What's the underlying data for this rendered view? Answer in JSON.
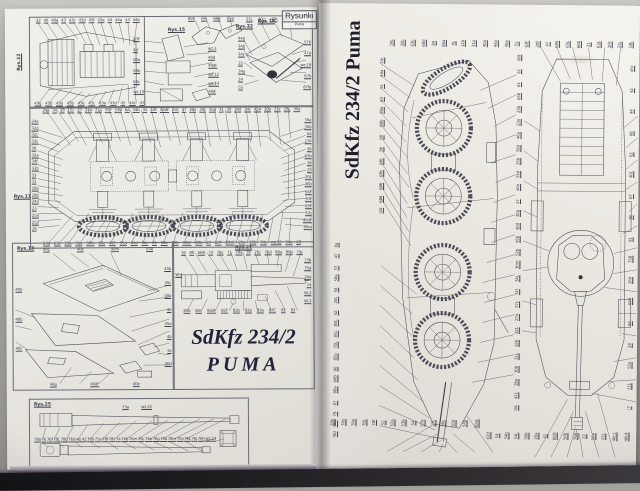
{
  "left_page": {
    "corner_box": {
      "title": "Rysunki",
      "subtitle": "Puma"
    },
    "title_line1": "SdKfz 234/2",
    "title_line2": "PUMA",
    "fig12": {
      "label": "Rys.12",
      "top": [
        "22",
        "40",
        "40a",
        "43",
        "43c",
        "43d",
        "43f",
        "43a",
        "44",
        "44a",
        "43",
        "44b"
      ],
      "bottom": [
        "43g",
        "43d",
        "43e",
        "43b",
        "43e",
        "43c",
        "43a",
        "43d",
        "45",
        "44c",
        "47"
      ]
    },
    "fig15": {
      "label": "Rys.15",
      "left": [
        "20F",
        "4d",
        "69a",
        "69b",
        "69c",
        "wz.13"
      ],
      "right": [
        "wz.3",
        "49d",
        "49dF",
        "wz.12",
        "wz.14",
        "40jF"
      ]
    },
    "fig22": {
      "label": "Rys.22",
      "top": [
        "65F",
        "69i",
        "66B",
        "65a"
      ]
    },
    "fig18": {
      "label": "Rys.18",
      "top": [
        "21L",
        "40ci",
        "40k",
        "40d"
      ],
      "left": [
        "44d",
        "34b",
        "34c",
        "22",
        "34a",
        "24",
        "55"
      ],
      "right": [
        "57b",
        "47a",
        "wz.19",
        "67b",
        "67bJ"
      ]
    },
    "fig11": {
      "label": "Rys.11",
      "top": [
        "24a",
        "34",
        "28",
        "15c",
        "27",
        "24d",
        "21a",
        "30F",
        "53B",
        "6A",
        "34b",
        "35",
        "32F",
        "36dF",
        "63c",
        "47",
        "29a",
        "29c",
        "35d",
        "31",
        "30",
        "34d",
        "34c",
        "45A",
        "20b",
        "23c",
        "29L",
        "30a"
      ],
      "bottom": [
        "27d",
        "23c",
        "23a",
        "31a",
        "30m",
        "26c",
        "62F",
        "35d",
        "34d",
        "36c",
        "31",
        "30a",
        "30b",
        "43bF",
        "29b",
        "27",
        "13F",
        "29aF",
        "29a",
        "26b",
        "34c",
        "wz.12",
        "34a",
        "28"
      ],
      "left": [
        "24a",
        "32d",
        "32c",
        "33c",
        "30",
        "32a",
        "34f",
        "32b",
        "33",
        "31",
        "28a",
        "28b",
        "24d",
        "23",
        "25a",
        "25d",
        "16"
      ],
      "right": [
        "30a",
        "30b",
        "64",
        "13k",
        "45",
        "63b",
        "36",
        "23",
        "30L",
        "36b",
        "56F",
        "30F",
        "29F",
        "32c",
        "45dF",
        "30m"
      ]
    },
    "fig13": {
      "label": "Rys.13",
      "top": [
        "40L",
        "40k",
        "40m",
        "45b"
      ],
      "left": [
        "40n",
        "40b",
        "40c"
      ],
      "right": [
        "45b",
        "45c",
        "40a",
        "4d",
        "45a",
        "4b",
        "4c",
        "40d"
      ],
      "bottom": [
        "46a",
        "40dF",
        "40e"
      ]
    },
    "fig21": {
      "label": "Rys.21",
      "top": [
        "74",
        "80",
        "66B",
        "72",
        "78c",
        "71",
        "79a",
        "78",
        "76c",
        "76d",
        "80a",
        "80b",
        "75c"
      ],
      "right": [
        "73b",
        "75a",
        "76a",
        "74",
        "W-2",
        "W-1"
      ],
      "left": [
        "W-4"
      ],
      "bottom": [
        "81a",
        "82c",
        "82dF",
        "82F",
        "82b",
        "82a",
        "83a",
        "83C",
        "81",
        "83"
      ]
    },
    "fig25": {
      "label": "Rys.25",
      "top": [
        "73a",
        "wz.22"
      ],
      "bottom": [
        "78a",
        "76",
        "76f",
        "78L",
        "78g",
        "76d",
        "wz.42",
        "76b",
        "75a",
        "78f",
        "78c",
        "74",
        "76b",
        "76m",
        "76c",
        "76e",
        "76g",
        "75b",
        "78m",
        "75a",
        "76L",
        "76j",
        "76h",
        "wz.23"
      ]
    }
  },
  "right_page": {
    "vertical_title": "SdKfz 234/2 Puma",
    "top_row": [
      "19L",
      "20L",
      "63L",
      "68d",
      "84",
      "66a",
      "4L",
      "12a",
      "31a",
      "40a",
      "44a",
      "45a",
      "51",
      "63F",
      "20F",
      "47",
      "68d",
      "65L",
      "66b",
      "21",
      "63L",
      "20k",
      "31L",
      "18L"
    ],
    "left_col": [
      "19d",
      "48a",
      "51",
      "63",
      "69a",
      "68b",
      "58",
      "56",
      "68c",
      "65c",
      "69b",
      "68a",
      "62d"
    ],
    "left_col2": [
      "8a",
      "4T",
      "5T",
      "58a",
      "58",
      "20L",
      "5Z",
      "85L",
      "85c",
      "75L",
      "85o",
      "86",
      "66B",
      "88a",
      "87",
      "79",
      "78o",
      "78d"
    ],
    "mid_col": [
      "68b",
      "22",
      "61",
      "65b",
      "23b",
      "23a",
      "46a",
      "59d",
      "25b",
      "25d",
      "40n",
      "27",
      "40g",
      "40d",
      "45b",
      "52b",
      "30m",
      "34L",
      "31f",
      "27L",
      "27a",
      "32L",
      "32b",
      "31L",
      "30b",
      "28a",
      "41L",
      "19L"
    ],
    "right_col": [
      "45d",
      "42",
      "44",
      "66",
      "62",
      "40L",
      "67",
      "49",
      "91",
      "75B",
      "26d",
      "65B",
      "60",
      "24",
      "52a",
      "21L",
      "17"
    ],
    "bottom_row1": [
      "78b",
      "78o",
      "78a",
      "78L",
      "78f",
      "52",
      "52a",
      "53b",
      "54",
      "57b",
      "27L",
      "50c",
      "50d",
      "54b",
      "90aL"
    ],
    "bottom_row2": [
      "62d",
      "54",
      "54b",
      "54L",
      "50b",
      "26a",
      "41",
      "60D",
      "50b",
      "50a",
      "22",
      "56a",
      "21L",
      "40c1",
      "40c4"
    ]
  }
}
